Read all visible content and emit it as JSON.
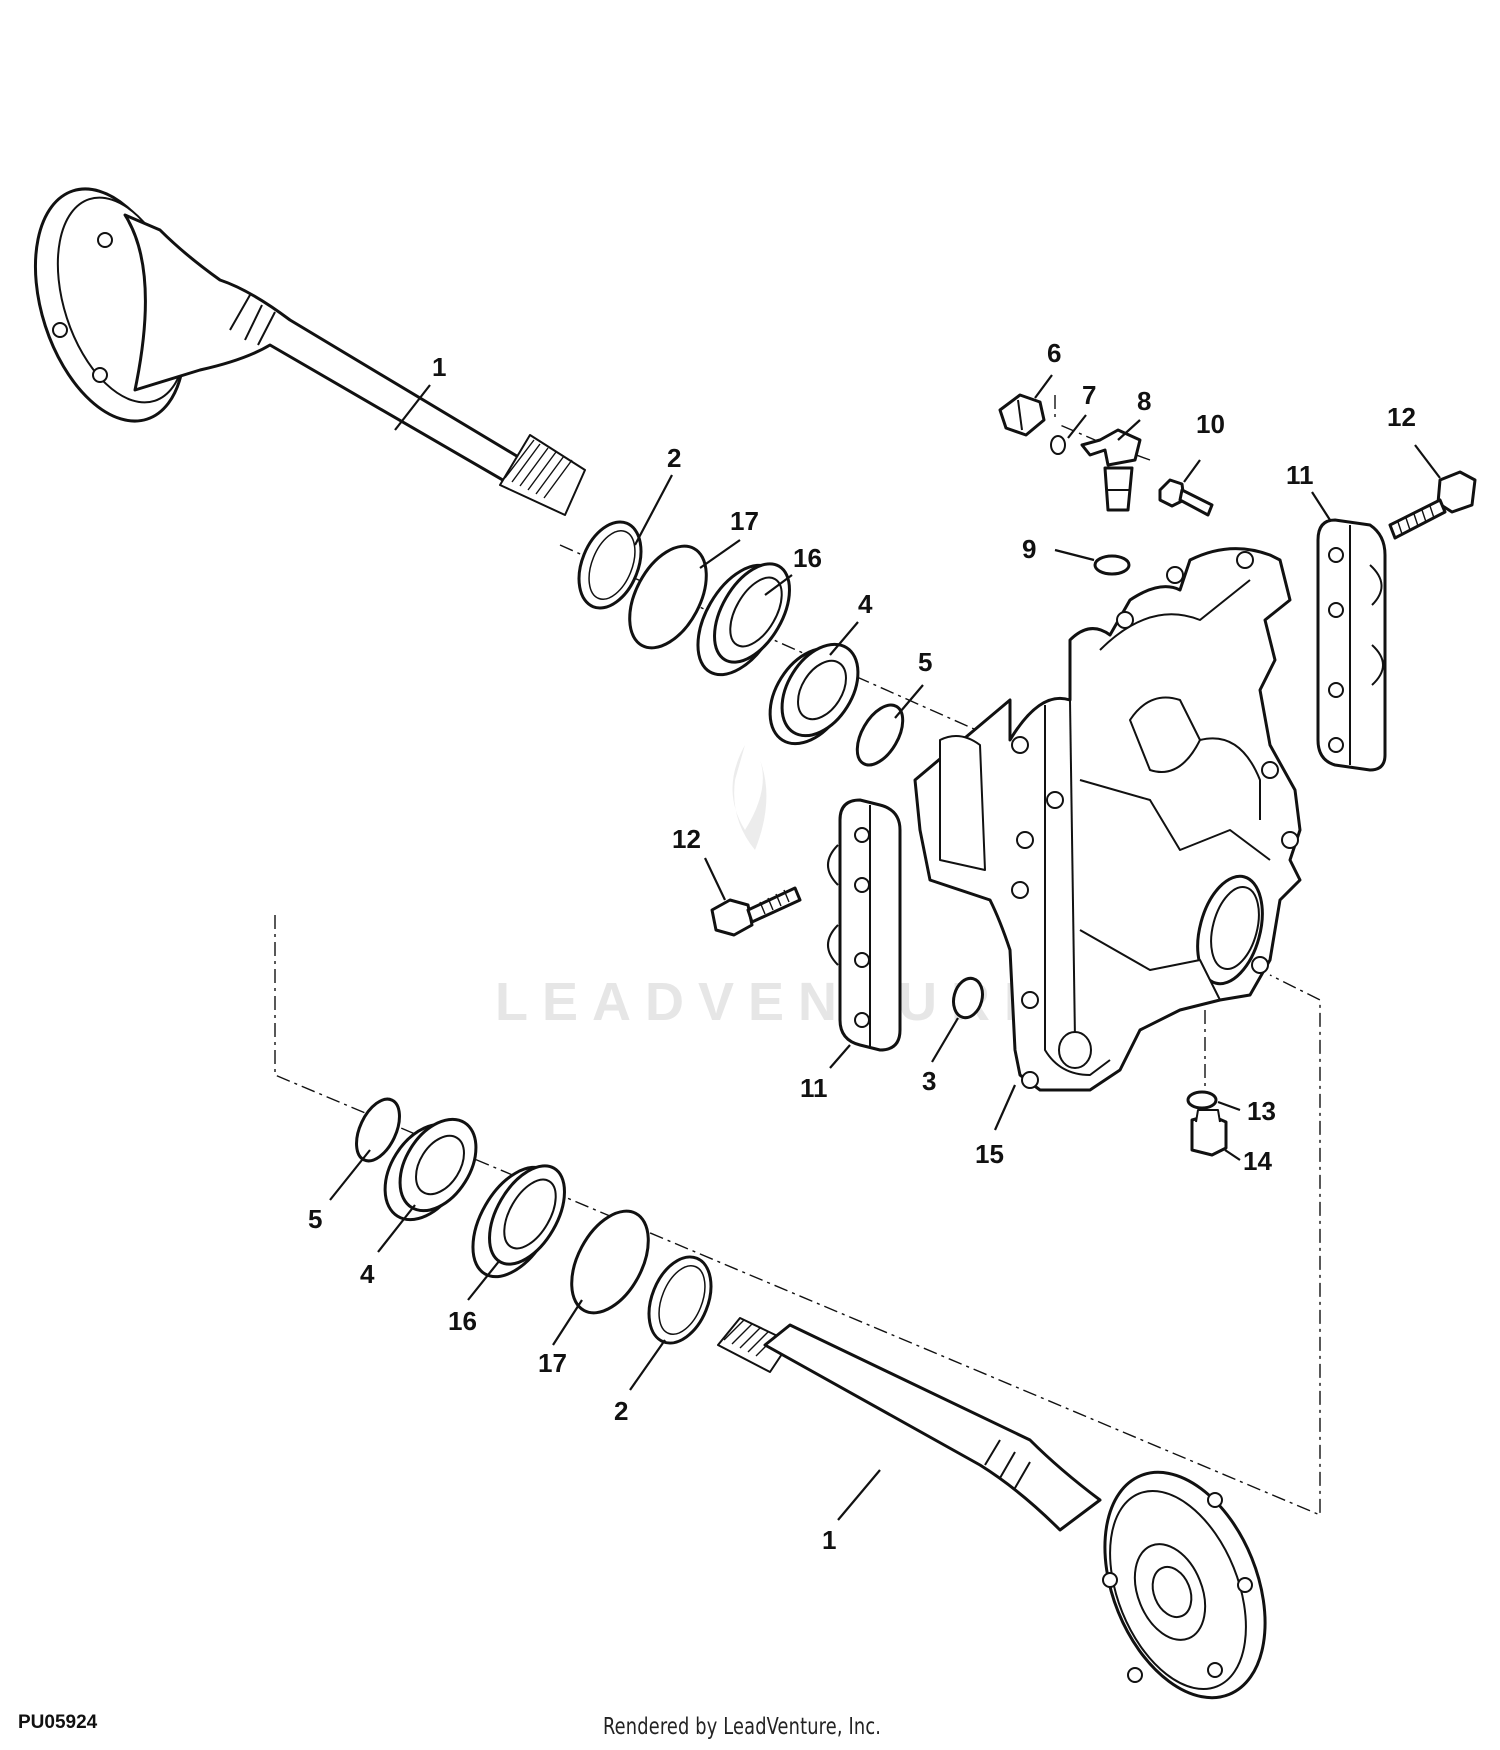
{
  "figure_code": "PU05924",
  "credit": "Rendered by LeadVenture, Inc.",
  "watermark": "LEADVENTURE",
  "callouts": {
    "c1_top": "1",
    "c2_top": "2",
    "c17_top": "17",
    "c16_top": "16",
    "c4_top": "4",
    "c5_top": "5",
    "c6": "6",
    "c7": "7",
    "c8": "8",
    "c9": "9",
    "c10": "10",
    "c11_right": "11",
    "c12_right": "12",
    "c12_left": "12",
    "c11_left": "11",
    "c3": "3",
    "c15": "15",
    "c13": "13",
    "c14": "14",
    "c5_bot": "5",
    "c4_bot": "4",
    "c16_bot": "16",
    "c17_bot": "17",
    "c2_bot": "2",
    "c1_bot": "1"
  }
}
